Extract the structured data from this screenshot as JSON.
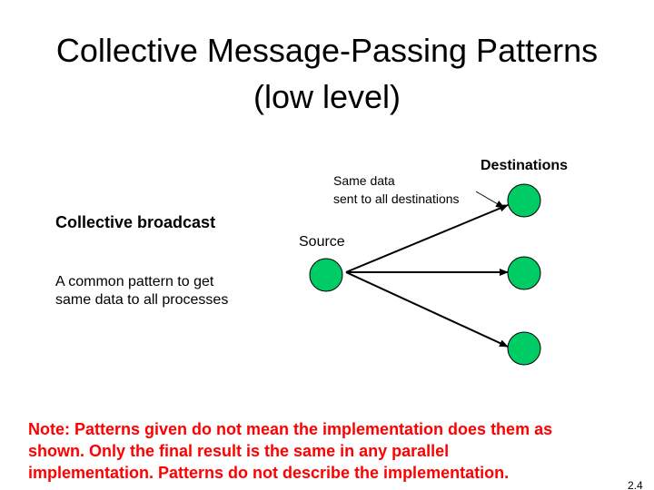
{
  "slide": {
    "title_lines": [
      "Collective Message-Passing Patterns",
      "(low level)"
    ],
    "destinations_label": "Destinations",
    "same_data_lines": [
      "Same data",
      "sent to all destinations"
    ],
    "pattern_name": "Collective broadcast",
    "source_label": "Source",
    "description_lines": [
      "A common pattern to get",
      "same data to all processes"
    ],
    "note_lines": [
      "Note: Patterns given do not mean the implementation does them as",
      "shown.  Only the final result is the same in any parallel",
      "implementation.  Patterns do not describe the implementation."
    ],
    "page_number": "2.4"
  },
  "colors": {
    "node_fill": "#00cc66",
    "node_stroke": "#000000",
    "note_text": "#ff0000"
  }
}
